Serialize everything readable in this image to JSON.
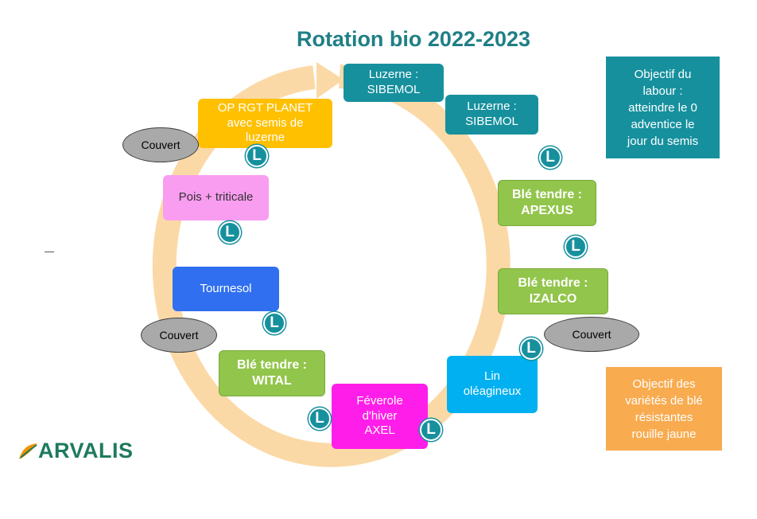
{
  "title": "Rotation bio 2022-2023",
  "crops": [
    {
      "label": "Luzerne :\nSIBEMOL"
    },
    {
      "label": "Luzerne :\nSIBEMOL"
    },
    {
      "label": "Blé tendre :\nAPEXUS"
    },
    {
      "label": "Blé tendre :\nIZALCO"
    },
    {
      "label": "Lin\noléagineux"
    },
    {
      "label": "Féverole\nd'hiver\nAXEL"
    },
    {
      "label": "Blé tendre :\nWITAL"
    },
    {
      "label": "Tournesol"
    },
    {
      "label": "Pois + triticale"
    },
    {
      "label": "OP RGT PLANET\navec semis de\nluzerne"
    }
  ],
  "couvert_label": "Couvert",
  "l_label": "L",
  "notes": {
    "labour": "Objectif du\nlabour :\natteindre le 0\nadventice le\njour du semis",
    "varietes": "Objectif des\nvariétés de blé\nrésistantes\nrouille jaune"
  },
  "logo": "ARVALIS",
  "colors": {
    "title": "#1f7f86",
    "ring": "#fbd9a6",
    "teal": "#17909e",
    "green": "#92c54b",
    "orange": "#ffc000",
    "pink": "#f99df0",
    "blue": "#2f6ff0",
    "magenta": "#ff1ee9",
    "sky": "#00b0f0",
    "note_orange": "#f8ab4f",
    "couvert": "#a9a9a9"
  }
}
